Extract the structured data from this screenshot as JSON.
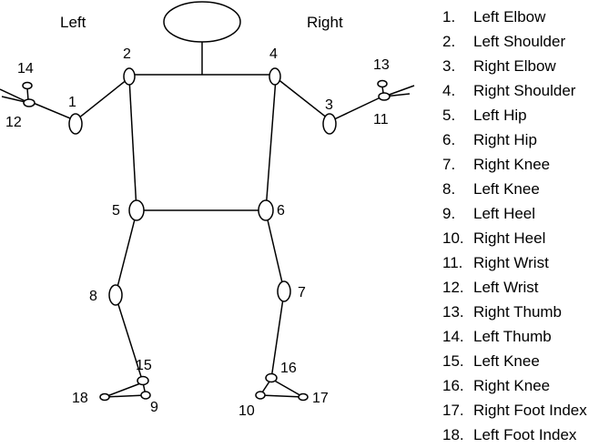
{
  "side_labels": {
    "left": "Left",
    "right": "Right"
  },
  "joint_numbers": {
    "j1": "1",
    "j2": "2",
    "j3": "3",
    "j4": "4",
    "j5": "5",
    "j6": "6",
    "j7": "7",
    "j8": "8",
    "j9": "9",
    "j10": "10",
    "j11": "11",
    "j12": "12",
    "j13": "13",
    "j14": "14",
    "j15": "15",
    "j16": "16",
    "j17": "17",
    "j18": "18"
  },
  "legend": [
    {
      "index": "1.",
      "name": "Left Elbow"
    },
    {
      "index": "2.",
      "name": "Left Shoulder"
    },
    {
      "index": "3.",
      "name": "Right Elbow"
    },
    {
      "index": "4.",
      "name": "Right Shoulder"
    },
    {
      "index": "5.",
      "name": "Left Hip"
    },
    {
      "index": "6.",
      "name": "Right Hip"
    },
    {
      "index": "7.",
      "name": "Right Knee"
    },
    {
      "index": "8.",
      "name": "Left Knee"
    },
    {
      "index": "9.",
      "name": "Left Heel"
    },
    {
      "index": "10.",
      "name": "Right Heel"
    },
    {
      "index": "11.",
      "name": "Right Wrist"
    },
    {
      "index": "12.",
      "name": "Left Wrist"
    },
    {
      "index": "13.",
      "name": "Right Thumb"
    },
    {
      "index": "14.",
      "name": "Left Thumb"
    },
    {
      "index": "15.",
      "name": "Left Knee"
    },
    {
      "index": "16.",
      "name": "Right Knee"
    },
    {
      "index": "17.",
      "name": "Right Foot Index"
    },
    {
      "index": "18.",
      "name": "Left Foot Index"
    }
  ]
}
